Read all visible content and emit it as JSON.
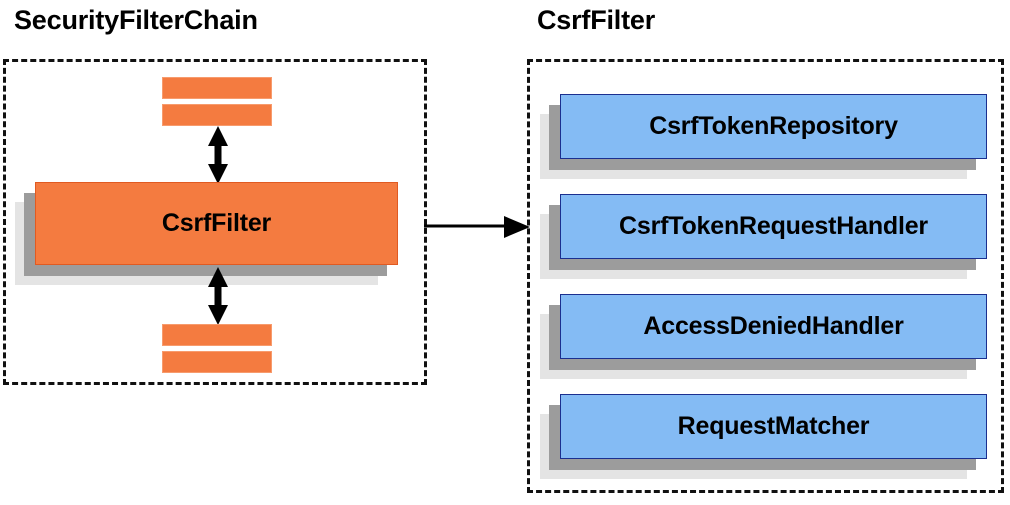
{
  "diagram": {
    "title_left": "SecurityFilterChain",
    "title_right": "CsrfFilter",
    "colors": {
      "box_orange": "#f47b40",
      "box_orange_border": "#e05a22",
      "box_blue": "#84bbf4",
      "box_blue_border": "#1b2f8f",
      "shadow_dark": "#9c9c9c",
      "shadow_light": "#e4e4e4",
      "outline_dashed": "#111111",
      "text": "#000000"
    }
  },
  "left_panel": {
    "name": "SecurityFilterChain",
    "main_filter": {
      "label": "CsrfFilter"
    },
    "bars_above": [
      {
        "label": ""
      },
      {
        "label": ""
      }
    ],
    "bars_below": [
      {
        "label": ""
      },
      {
        "label": ""
      }
    ],
    "connector_up": {
      "kind": "double-arrow-vertical"
    },
    "connector_down": {
      "kind": "double-arrow-vertical"
    }
  },
  "connector": {
    "kind": "arrow-right"
  },
  "right_panel": {
    "name": "CsrfFilter",
    "collaborators": [
      {
        "label": "CsrfTokenRepository"
      },
      {
        "label": "CsrfTokenRequestHandler"
      },
      {
        "label": "AccessDeniedHandler"
      },
      {
        "label": "RequestMatcher"
      }
    ]
  }
}
